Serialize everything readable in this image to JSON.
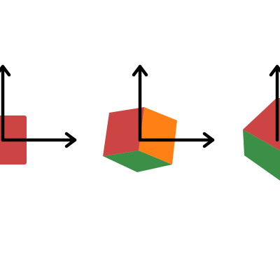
{
  "diagram": {
    "panel_count": 3,
    "panels": [
      {
        "view": "front",
        "visible_faces": [
          "front"
        ]
      },
      {
        "view": "rotated-oblique",
        "visible_faces": [
          "front",
          "side",
          "bottom"
        ]
      },
      {
        "view": "rotated-further",
        "visible_faces": [
          "front",
          "bottom"
        ]
      }
    ],
    "axes": {
      "x_arrow": "right",
      "y_arrow": "up",
      "color": "#000000"
    },
    "face_colors": {
      "front": "#cc4444",
      "side": "#ff8015",
      "bottom": "#3c8f46"
    }
  }
}
